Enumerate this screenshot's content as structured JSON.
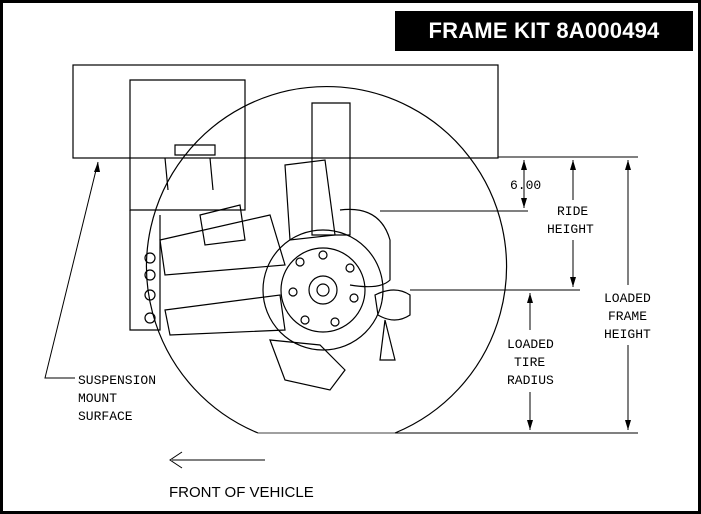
{
  "title": "FRAME KIT 8A000494",
  "labels": {
    "dimension_value": "6.00",
    "ride_height": [
      "RIDE",
      "HEIGHT"
    ],
    "loaded_frame_height": [
      "LOADED",
      "FRAME",
      "HEIGHT"
    ],
    "loaded_tire_radius": [
      "LOADED",
      "TIRE",
      "RADIUS"
    ],
    "suspension_mount_surface": [
      "SUSPENSION",
      "MOUNT",
      "SURFACE"
    ],
    "front_of_vehicle": "FRONT OF VEHICLE"
  },
  "colors": {
    "line": "#000000",
    "background": "#ffffff",
    "title_bg": "#000000",
    "title_text": "#ffffff"
  }
}
